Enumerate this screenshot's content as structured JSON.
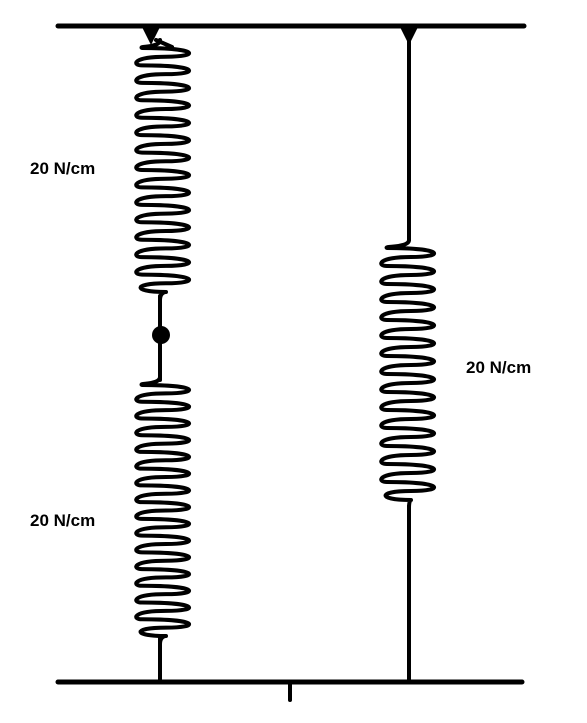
{
  "springs": [
    {
      "id": "left-upper",
      "label": "20 N/cm"
    },
    {
      "id": "left-lower",
      "label": "20 N/cm"
    },
    {
      "id": "right",
      "label": "20 N/cm"
    }
  ],
  "colors": {
    "ink": "#000000",
    "background": "#ffffff"
  }
}
